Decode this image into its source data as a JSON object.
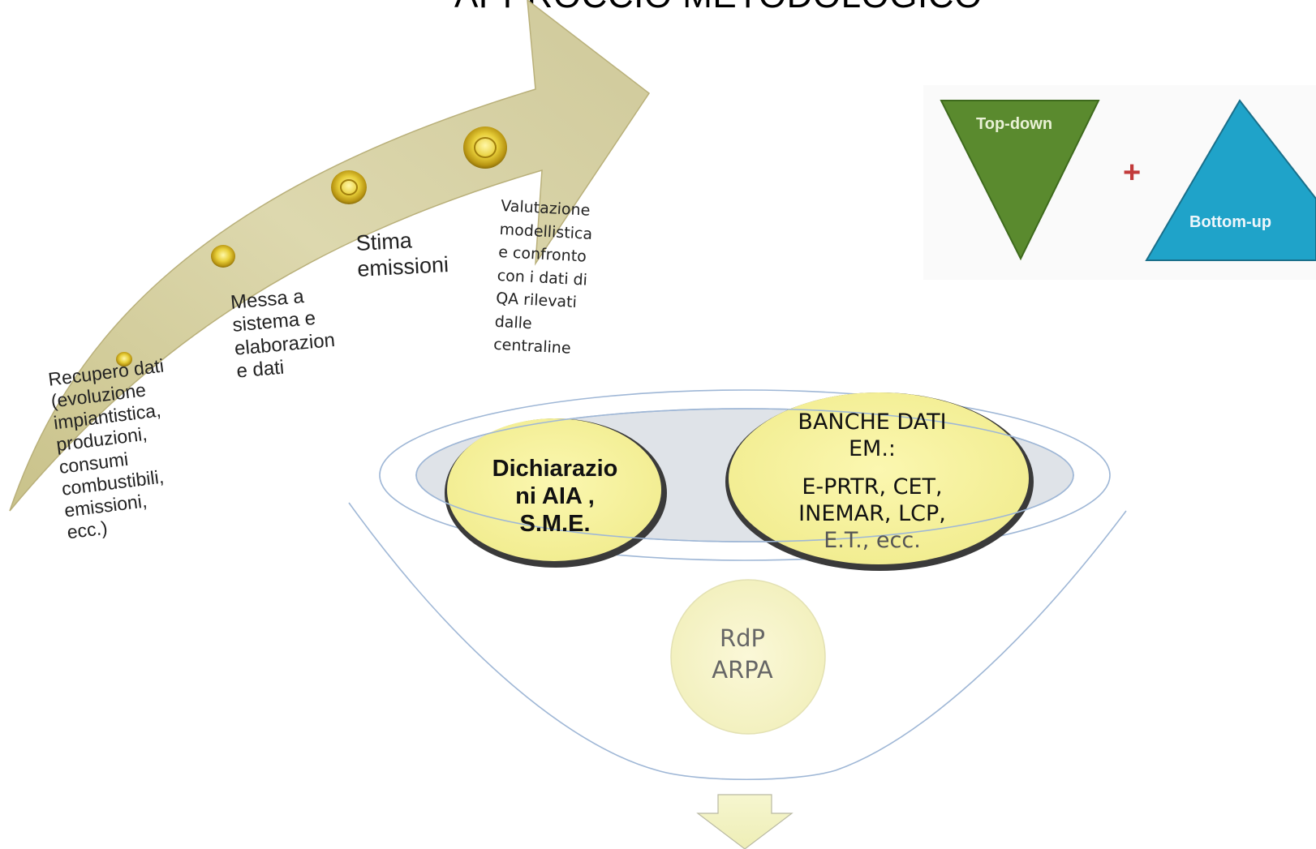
{
  "title": "APPROCCIO METODOLOGICO",
  "steps": {
    "s1": [
      "Recupero dati",
      "(evoluzione",
      "impiantistica,",
      "produzioni,",
      "consumi",
      "combustibili,",
      "emissioni,",
      "ecc.)"
    ],
    "s2": [
      "Messa a",
      "sistema e",
      "elaborazion",
      "e dati"
    ],
    "s3": [
      "Stima",
      "emissioni"
    ],
    "s4": [
      "Valutazione",
      "modellistica",
      "e confronto",
      "con i dati di",
      "QA rilevati",
      "dalle",
      "centraline"
    ]
  },
  "approach": {
    "top_down": "Top-down",
    "plus": "+",
    "bottom_up": "Bottom-up"
  },
  "funnel": {
    "aia": [
      "Dichiarazio",
      "ni AIA ,",
      "S.M.E."
    ],
    "banche_title": [
      "BANCHE DATI",
      "EM.:"
    ],
    "banche_list": [
      "E-PRTR, CET,",
      "INEMAR, LCP,"
    ],
    "banche_last": "E.T., ecc.",
    "rdp": [
      "RdP",
      "ARPA"
    ]
  },
  "colors": {
    "arrow": "#d9d6a6",
    "top_down": "#5a8a2e",
    "bottom_up": "#1fa3c9",
    "plus": "#c23a3a",
    "circle_fill": "#f8f39c",
    "funnel_line": "#9fb7d6"
  }
}
